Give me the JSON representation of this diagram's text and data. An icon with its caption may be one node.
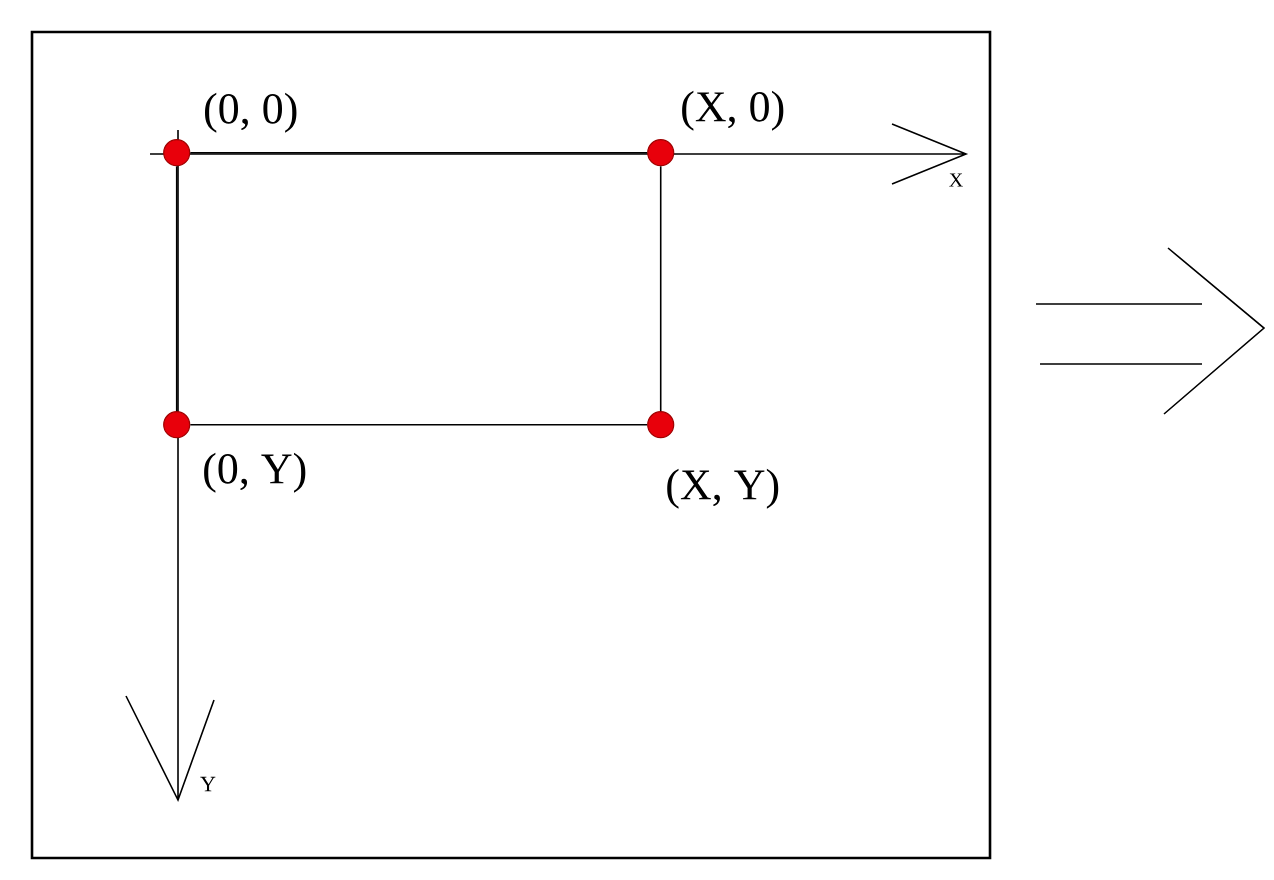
{
  "diagram": {
    "nodes": [
      {
        "text": [],
        "shape": "box"
      },
      {
        "text": [],
        "shape": "circle",
        "in": 0,
        "beside": [
          "(0, 0)"
        ]
      },
      {
        "text": [],
        "shape": "circle",
        "in": 0,
        "beside": [
          "(X, 0)"
        ]
      },
      {
        "text": [],
        "shape": "circle",
        "in": 0,
        "beside": [
          "(0, Y)"
        ]
      },
      {
        "text": [],
        "shape": "circle",
        "in": 0,
        "beside": [
          "(X, Y)"
        ]
      }
    ],
    "edges": [
      {
        "from": 1,
        "to": 2,
        "arrow": "none"
      },
      {
        "from": 2,
        "to": 4,
        "arrow": "none"
      },
      {
        "from": 3,
        "to": 4,
        "arrow": "none"
      },
      {
        "from": 1,
        "to": 3,
        "arrow": "none"
      }
    ],
    "labels": [
      "X",
      "Y"
    ]
  }
}
